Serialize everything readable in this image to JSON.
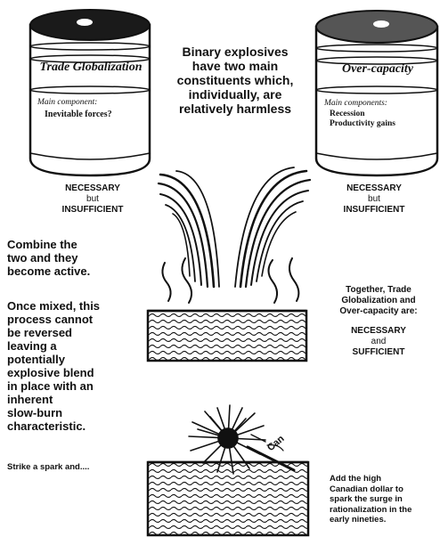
{
  "left_barrel": {
    "label": "Trade Globalization",
    "component_heading": "Main component:",
    "component_value": "Inevitable forces?"
  },
  "right_barrel": {
    "label": "Over-capacity",
    "component_heading": "Main components:",
    "component_values": [
      "Recession",
      "Productivity gains"
    ]
  },
  "intro_text": [
    "Binary explosives",
    "have two main",
    "constituents which,",
    "individually, are",
    "relatively harmless"
  ],
  "left_status": [
    "NECESSARY",
    "but",
    "INSUFFICIENT"
  ],
  "right_status": [
    "NECESSARY",
    "but",
    "INSUFFICIENT"
  ],
  "combine_text": [
    "Combine the",
    "two and they",
    "become active."
  ],
  "mixed_text": [
    "Once mixed, this",
    "process cannot",
    "be reversed",
    "leaving a",
    "potentially",
    "explosive blend",
    "in place with an",
    "inherent",
    "slow-burn",
    "characteristic."
  ],
  "spark_text": "Strike a spark and....",
  "together_text": [
    "Together, Trade",
    "Globalization and",
    "Over-capacity are:"
  ],
  "together_status": [
    "NECESSARY",
    "and",
    "SUFFICIENT"
  ],
  "can_label": "Can",
  "dollar_text": [
    "Add the high",
    "Canadian dollar to",
    "spark the surge in",
    "rationalization in the",
    "early nineties."
  ],
  "colors": {
    "ink": "#111111",
    "lid_dark": "#1a1a1a",
    "lid_grey": "#555555",
    "paper": "#ffffff"
  }
}
